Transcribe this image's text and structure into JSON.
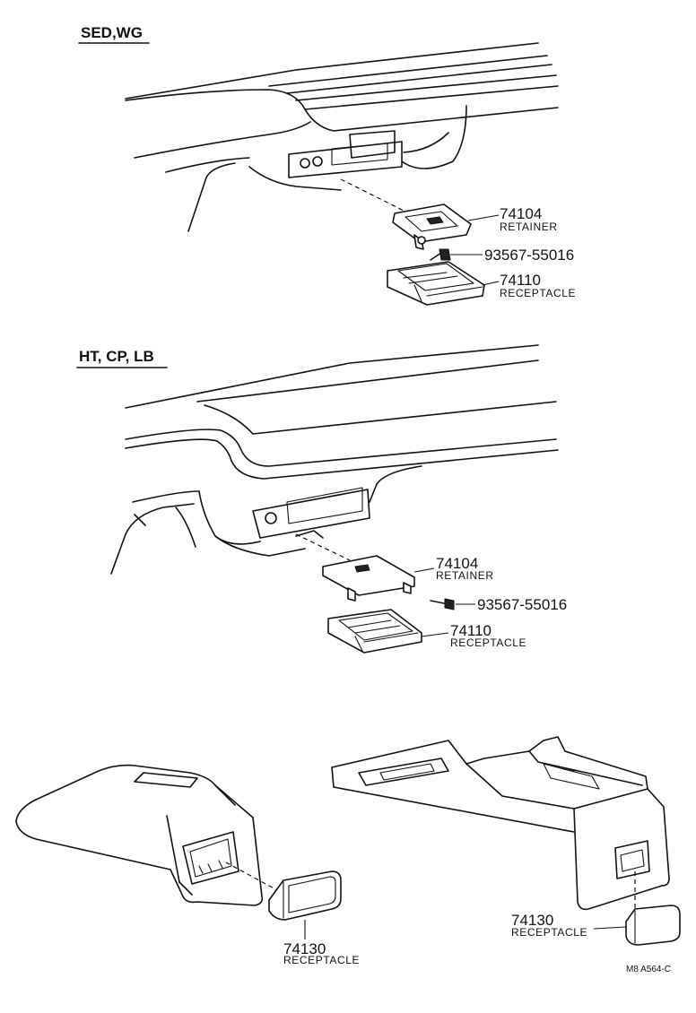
{
  "sections": {
    "top": {
      "label": "SED,WG"
    },
    "middle": {
      "label": "HT, CP, LB"
    }
  },
  "callouts": {
    "top_retainer": {
      "number": "74104",
      "name": "RETAINER"
    },
    "top_screw": {
      "number": "93567-55016"
    },
    "top_receptacle": {
      "number": "74110",
      "name": "RECEPTACLE"
    },
    "mid_retainer": {
      "number": "74104",
      "name": "RETAINER"
    },
    "mid_screw": {
      "number": "93567-55016"
    },
    "mid_receptacle": {
      "number": "74110",
      "name": "RECEPTACLE"
    },
    "left_console_rec": {
      "number": "74130",
      "name": "RECEPTACLE"
    },
    "right_console_rec": {
      "number": "74130",
      "name": "RECEPTACLE"
    }
  },
  "reference": "M8  A564-C"
}
